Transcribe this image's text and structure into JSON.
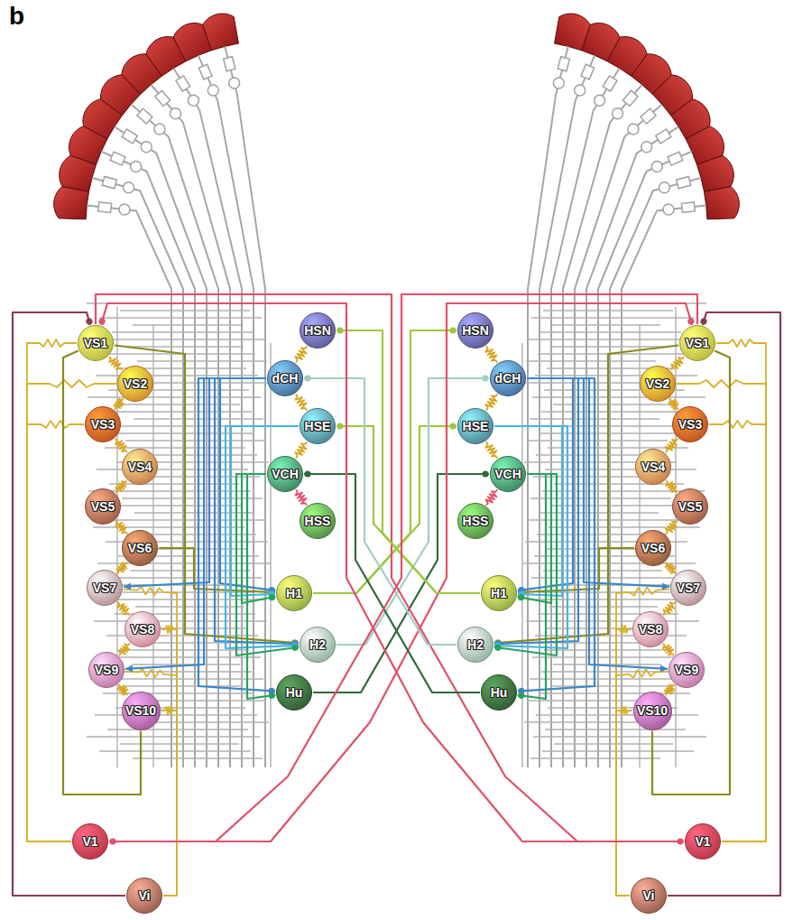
{
  "diagram": {
    "nodes": [
      {
        "text": [
          "VS1"
        ]
      },
      {
        "text": [
          "VS2"
        ]
      },
      {
        "text": [
          "VS3"
        ]
      },
      {
        "text": [
          "VS4"
        ]
      },
      {
        "text": [
          "VS5"
        ]
      },
      {
        "text": [
          "VS6"
        ]
      },
      {
        "text": [
          "VS7"
        ]
      },
      {
        "text": [
          "VS8"
        ]
      },
      {
        "text": [
          "VS9"
        ]
      },
      {
        "text": [
          "VS10"
        ]
      },
      {
        "text": [
          "HSN"
        ]
      },
      {
        "text": [
          "dCH"
        ]
      },
      {
        "text": [
          "HSE"
        ]
      },
      {
        "text": [
          "VCH"
        ]
      },
      {
        "text": [
          "HSS"
        ]
      },
      {
        "text": [
          "H1"
        ]
      },
      {
        "text": [
          "H2"
        ]
      },
      {
        "text": [
          "Hu"
        ]
      },
      {
        "text": [
          "V1"
        ]
      },
      {
        "text": [
          "Vi"
        ]
      },
      {
        "text": [
          "VS1"
        ]
      },
      {
        "text": [
          "VS2"
        ]
      },
      {
        "text": [
          "VS3"
        ]
      },
      {
        "text": [
          "VS4"
        ]
      },
      {
        "text": [
          "VS5"
        ]
      },
      {
        "text": [
          "VS6"
        ]
      },
      {
        "text": [
          "VS7"
        ]
      },
      {
        "text": [
          "VS8"
        ]
      },
      {
        "text": [
          "VS9"
        ]
      },
      {
        "text": [
          "VS10"
        ]
      },
      {
        "text": [
          "HSN"
        ]
      },
      {
        "text": [
          "dCH"
        ]
      },
      {
        "text": [
          "HSE"
        ]
      },
      {
        "text": [
          "VCH"
        ]
      },
      {
        "text": [
          "HSS"
        ]
      },
      {
        "text": [
          "H1"
        ]
      },
      {
        "text": [
          "H2"
        ]
      },
      {
        "text": [
          "Hu"
        ]
      },
      {
        "text": [
          "V1"
        ]
      },
      {
        "text": [
          "Vi"
        ]
      }
    ],
    "edges": [
      {
        "from": 0,
        "to": 1,
        "arrow": "none"
      },
      {
        "from": 1,
        "to": 2,
        "arrow": "none"
      },
      {
        "from": 2,
        "to": 3,
        "arrow": "none"
      },
      {
        "from": 3,
        "to": 4,
        "arrow": "none"
      },
      {
        "from": 4,
        "to": 5,
        "arrow": "none"
      },
      {
        "from": 5,
        "to": 6,
        "arrow": "none"
      },
      {
        "from": 6,
        "to": 7,
        "arrow": "none"
      },
      {
        "from": 7,
        "to": 8,
        "arrow": "none"
      },
      {
        "from": 8,
        "to": 9,
        "arrow": "none"
      },
      {
        "from": 10,
        "to": 11,
        "arrow": "none"
      },
      {
        "from": 11,
        "to": 12,
        "arrow": "none"
      },
      {
        "from": 12,
        "to": 13,
        "arrow": "none"
      },
      {
        "from": 13,
        "to": 14,
        "arrow": "none"
      },
      {
        "from": 18,
        "to": 0,
        "arrow": "none"
      },
      {
        "from": 18,
        "to": 1,
        "arrow": "none"
      },
      {
        "from": 18,
        "to": 2,
        "arrow": "none"
      },
      {
        "from": 19,
        "to": 0,
        "arrow": "to"
      },
      {
        "from": 19,
        "to": 6,
        "arrow": "none"
      },
      {
        "from": 19,
        "to": 7,
        "arrow": "none"
      },
      {
        "from": 19,
        "to": 8,
        "arrow": "none"
      },
      {
        "from": 19,
        "to": 9,
        "arrow": "none"
      },
      {
        "from": 0,
        "to": 9,
        "arrow": "none"
      },
      {
        "from": 0,
        "to": 16,
        "arrow": "to"
      },
      {
        "from": 5,
        "to": 15,
        "arrow": "to"
      },
      {
        "from": 11,
        "to": 15,
        "arrow": "to"
      },
      {
        "from": 12,
        "to": 15,
        "arrow": "to"
      },
      {
        "from": 13,
        "to": 15,
        "arrow": "to"
      },
      {
        "from": 11,
        "to": 16,
        "arrow": "to"
      },
      {
        "from": 12,
        "to": 16,
        "arrow": "to"
      },
      {
        "from": 13,
        "to": 16,
        "arrow": "to"
      },
      {
        "from": 11,
        "to": 17,
        "arrow": "to"
      },
      {
        "from": 13,
        "to": 17,
        "arrow": "to"
      },
      {
        "from": 11,
        "to": 6,
        "arrow": "to"
      },
      {
        "from": 11,
        "to": 8,
        "arrow": "to"
      },
      {
        "from": 15,
        "to": 30,
        "arrow": "to"
      },
      {
        "from": 15,
        "to": 32,
        "arrow": "to"
      },
      {
        "from": 16,
        "to": 31,
        "arrow": "to"
      },
      {
        "from": 17,
        "to": 33,
        "arrow": "to"
      },
      {
        "from": 18,
        "to": 20,
        "arrow": "to"
      },
      {
        "from": 0,
        "to": 38,
        "arrow": "to"
      },
      {
        "from": 20,
        "to": 21,
        "arrow": "none"
      },
      {
        "from": 21,
        "to": 22,
        "arrow": "none"
      },
      {
        "from": 22,
        "to": 23,
        "arrow": "none"
      },
      {
        "from": 23,
        "to": 24,
        "arrow": "none"
      },
      {
        "from": 24,
        "to": 25,
        "arrow": "none"
      },
      {
        "from": 25,
        "to": 26,
        "arrow": "none"
      },
      {
        "from": 26,
        "to": 27,
        "arrow": "none"
      },
      {
        "from": 27,
        "to": 28,
        "arrow": "none"
      },
      {
        "from": 28,
        "to": 29,
        "arrow": "none"
      },
      {
        "from": 30,
        "to": 31,
        "arrow": "none"
      },
      {
        "from": 31,
        "to": 32,
        "arrow": "none"
      },
      {
        "from": 32,
        "to": 33,
        "arrow": "none"
      },
      {
        "from": 33,
        "to": 34,
        "arrow": "none"
      },
      {
        "from": 38,
        "to": 20,
        "arrow": "none"
      },
      {
        "from": 38,
        "to": 21,
        "arrow": "none"
      },
      {
        "from": 38,
        "to": 22,
        "arrow": "none"
      },
      {
        "from": 39,
        "to": 20,
        "arrow": "to"
      },
      {
        "from": 39,
        "to": 26,
        "arrow": "none"
      },
      {
        "from": 39,
        "to": 27,
        "arrow": "none"
      },
      {
        "from": 39,
        "to": 28,
        "arrow": "none"
      },
      {
        "from": 39,
        "to": 29,
        "arrow": "none"
      },
      {
        "from": 20,
        "to": 29,
        "arrow": "none"
      },
      {
        "from": 20,
        "to": 36,
        "arrow": "to"
      },
      {
        "from": 25,
        "to": 35,
        "arrow": "to"
      },
      {
        "from": 31,
        "to": 35,
        "arrow": "to"
      },
      {
        "from": 32,
        "to": 35,
        "arrow": "to"
      },
      {
        "from": 33,
        "to": 35,
        "arrow": "to"
      },
      {
        "from": 31,
        "to": 36,
        "arrow": "to"
      },
      {
        "from": 32,
        "to": 36,
        "arrow": "to"
      },
      {
        "from": 33,
        "to": 36,
        "arrow": "to"
      },
      {
        "from": 31,
        "to": 37,
        "arrow": "to"
      },
      {
        "from": 33,
        "to": 37,
        "arrow": "to"
      },
      {
        "from": 31,
        "to": 26,
        "arrow": "to"
      },
      {
        "from": 31,
        "to": 28,
        "arrow": "to"
      },
      {
        "from": 35,
        "to": 10,
        "arrow": "to"
      },
      {
        "from": 35,
        "to": 12,
        "arrow": "to"
      },
      {
        "from": 36,
        "to": 11,
        "arrow": "to"
      },
      {
        "from": 37,
        "to": 13,
        "arrow": "to"
      },
      {
        "from": 38,
        "to": 0,
        "arrow": "to"
      },
      {
        "from": 20,
        "to": 18,
        "arrow": "to"
      }
    ],
    "labels": [
      "b"
    ]
  }
}
